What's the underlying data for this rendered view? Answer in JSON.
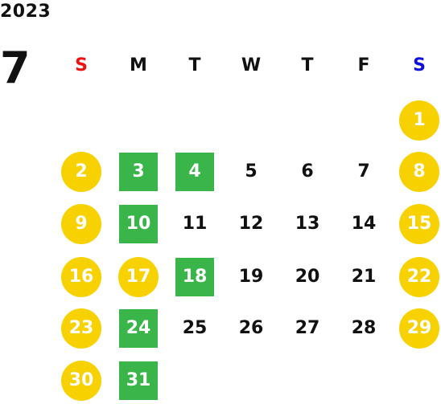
{
  "calendar": {
    "year": "2023",
    "month": "7",
    "weekdays": [
      {
        "label": "S",
        "color": "#ee1111"
      },
      {
        "label": "M",
        "color": "#111111"
      },
      {
        "label": "T",
        "color": "#111111"
      },
      {
        "label": "W",
        "color": "#111111"
      },
      {
        "label": "T",
        "color": "#111111"
      },
      {
        "label": "F",
        "color": "#111111"
      },
      {
        "label": "S",
        "color": "#1111dd"
      }
    ],
    "highlight_colors": {
      "yellow": "#f8d100",
      "green": "#3ab54a"
    },
    "days": [
      {
        "label": "1",
        "style": "yellow"
      },
      {
        "label": "2",
        "style": "yellow"
      },
      {
        "label": "3",
        "style": "green"
      },
      {
        "label": "4",
        "style": "green"
      },
      {
        "label": "5",
        "style": "plain"
      },
      {
        "label": "6",
        "style": "plain"
      },
      {
        "label": "7",
        "style": "plain"
      },
      {
        "label": "8",
        "style": "yellow"
      },
      {
        "label": "9",
        "style": "yellow"
      },
      {
        "label": "10",
        "style": "green"
      },
      {
        "label": "11",
        "style": "plain"
      },
      {
        "label": "12",
        "style": "plain"
      },
      {
        "label": "13",
        "style": "plain"
      },
      {
        "label": "14",
        "style": "plain"
      },
      {
        "label": "15",
        "style": "yellow"
      },
      {
        "label": "16",
        "style": "yellow"
      },
      {
        "label": "17",
        "style": "yellow"
      },
      {
        "label": "18",
        "style": "green"
      },
      {
        "label": "19",
        "style": "plain"
      },
      {
        "label": "20",
        "style": "plain"
      },
      {
        "label": "21",
        "style": "plain"
      },
      {
        "label": "22",
        "style": "yellow"
      },
      {
        "label": "23",
        "style": "yellow"
      },
      {
        "label": "24",
        "style": "green"
      },
      {
        "label": "25",
        "style": "plain"
      },
      {
        "label": "26",
        "style": "plain"
      },
      {
        "label": "27",
        "style": "plain"
      },
      {
        "label": "28",
        "style": "plain"
      },
      {
        "label": "29",
        "style": "yellow"
      },
      {
        "label": "30",
        "style": "yellow"
      },
      {
        "label": "31",
        "style": "green"
      }
    ]
  }
}
